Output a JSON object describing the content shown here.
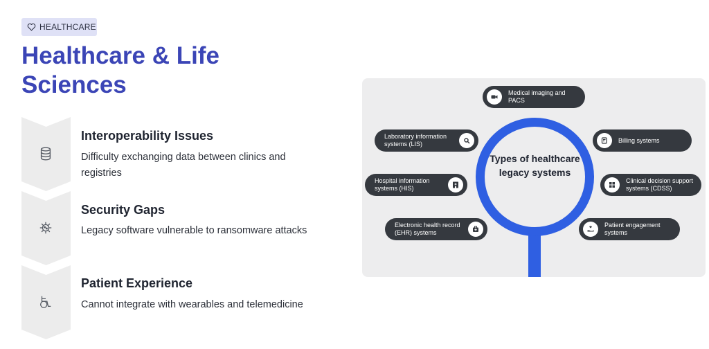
{
  "badge": {
    "label": "HEALTHCARE",
    "icon": "heart-icon"
  },
  "title": "Healthcare & Life Sciences",
  "items": [
    {
      "title": "Interoperability Issues",
      "desc": "Difficulty exchanging data between clinics and registries",
      "icon": "database-icon"
    },
    {
      "title": "Security Gaps",
      "desc": "Legacy software vulnerable to ransomware attacks",
      "icon": "virus-icon"
    },
    {
      "title": "Patient Experience",
      "desc": "Cannot integrate with wearables and telemedicine",
      "icon": "wheelchair-icon"
    }
  ],
  "diagram": {
    "center": "Types of healthcare legacy systems",
    "nodes": [
      {
        "label": "Medical imaging and PACS",
        "icon": "video-camera-icon"
      },
      {
        "label": "Laboratory information systems (LIS)",
        "icon": "magnifier-icon"
      },
      {
        "label": "Billing systems",
        "icon": "billing-icon"
      },
      {
        "label": "Hospital information systems (HIS)",
        "icon": "hospital-icon"
      },
      {
        "label": "Clinical decision support systems (CDSS)",
        "icon": "grid-icon"
      },
      {
        "label": "Electronic health record (EHR) systems",
        "icon": "medical-bag-icon"
      },
      {
        "label": "Patient engagement systems",
        "icon": "hand-heart-icon"
      }
    ]
  },
  "colors": {
    "accent": "#3b45b6",
    "ring": "#2f5fe2",
    "pill": "#35393f",
    "chevron": "#ececec",
    "badge_bg": "#dfe1f6"
  }
}
